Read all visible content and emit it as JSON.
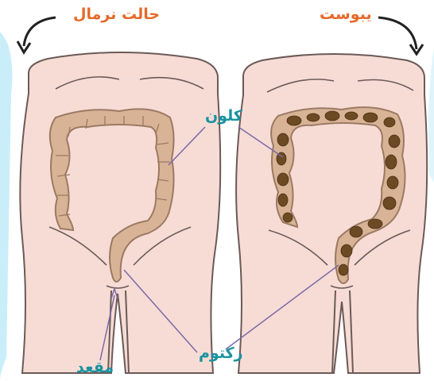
{
  "labels": {
    "normal_state": "حالت نرمال",
    "constipation": "یبوست",
    "colon": "کلون",
    "rectum": "رکتوم",
    "anus": "مقعد"
  },
  "colors": {
    "background": "#ffffff",
    "side_accent": "#c9eefa",
    "skin": "#f7dcd6",
    "outline": "#6b5a57",
    "colon_fill": "#d9b396",
    "colon_outline": "#9b7a63",
    "stool": "#6b4a24",
    "title_orange": "#e46a2a",
    "callout_teal": "#1a93a0",
    "pointer_line": "#7b6aa6"
  },
  "icons": [
    "curved-arrow-left-icon",
    "curved-arrow-right-icon"
  ]
}
